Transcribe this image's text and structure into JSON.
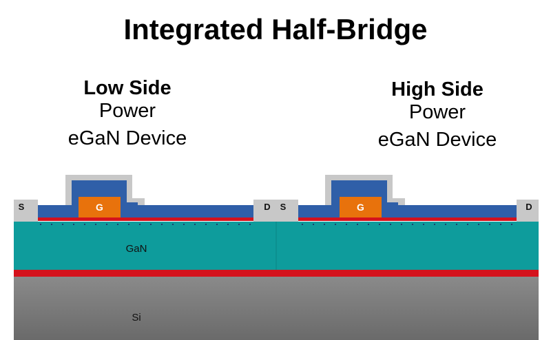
{
  "title": "Integrated Half-Bridge",
  "low_side": {
    "heading": "Low Side",
    "line1": "Power",
    "line2": "eGaN Device",
    "source_label": "S",
    "gate_label": "G",
    "drain_label": "D"
  },
  "high_side": {
    "heading": "High Side",
    "line1": "Power",
    "line2": "eGaN Device",
    "source_label": "S",
    "gate_label": "G",
    "drain_label": "D"
  },
  "layers": {
    "gan_label": "GaN",
    "si_label": "Si"
  },
  "colors": {
    "gan": "#0e9c9c",
    "silicon": "#808080",
    "barrier": "#d4121c",
    "passivation": "#2f5fa8",
    "gate": "#e8720c",
    "metal": "#c8c8c8"
  }
}
